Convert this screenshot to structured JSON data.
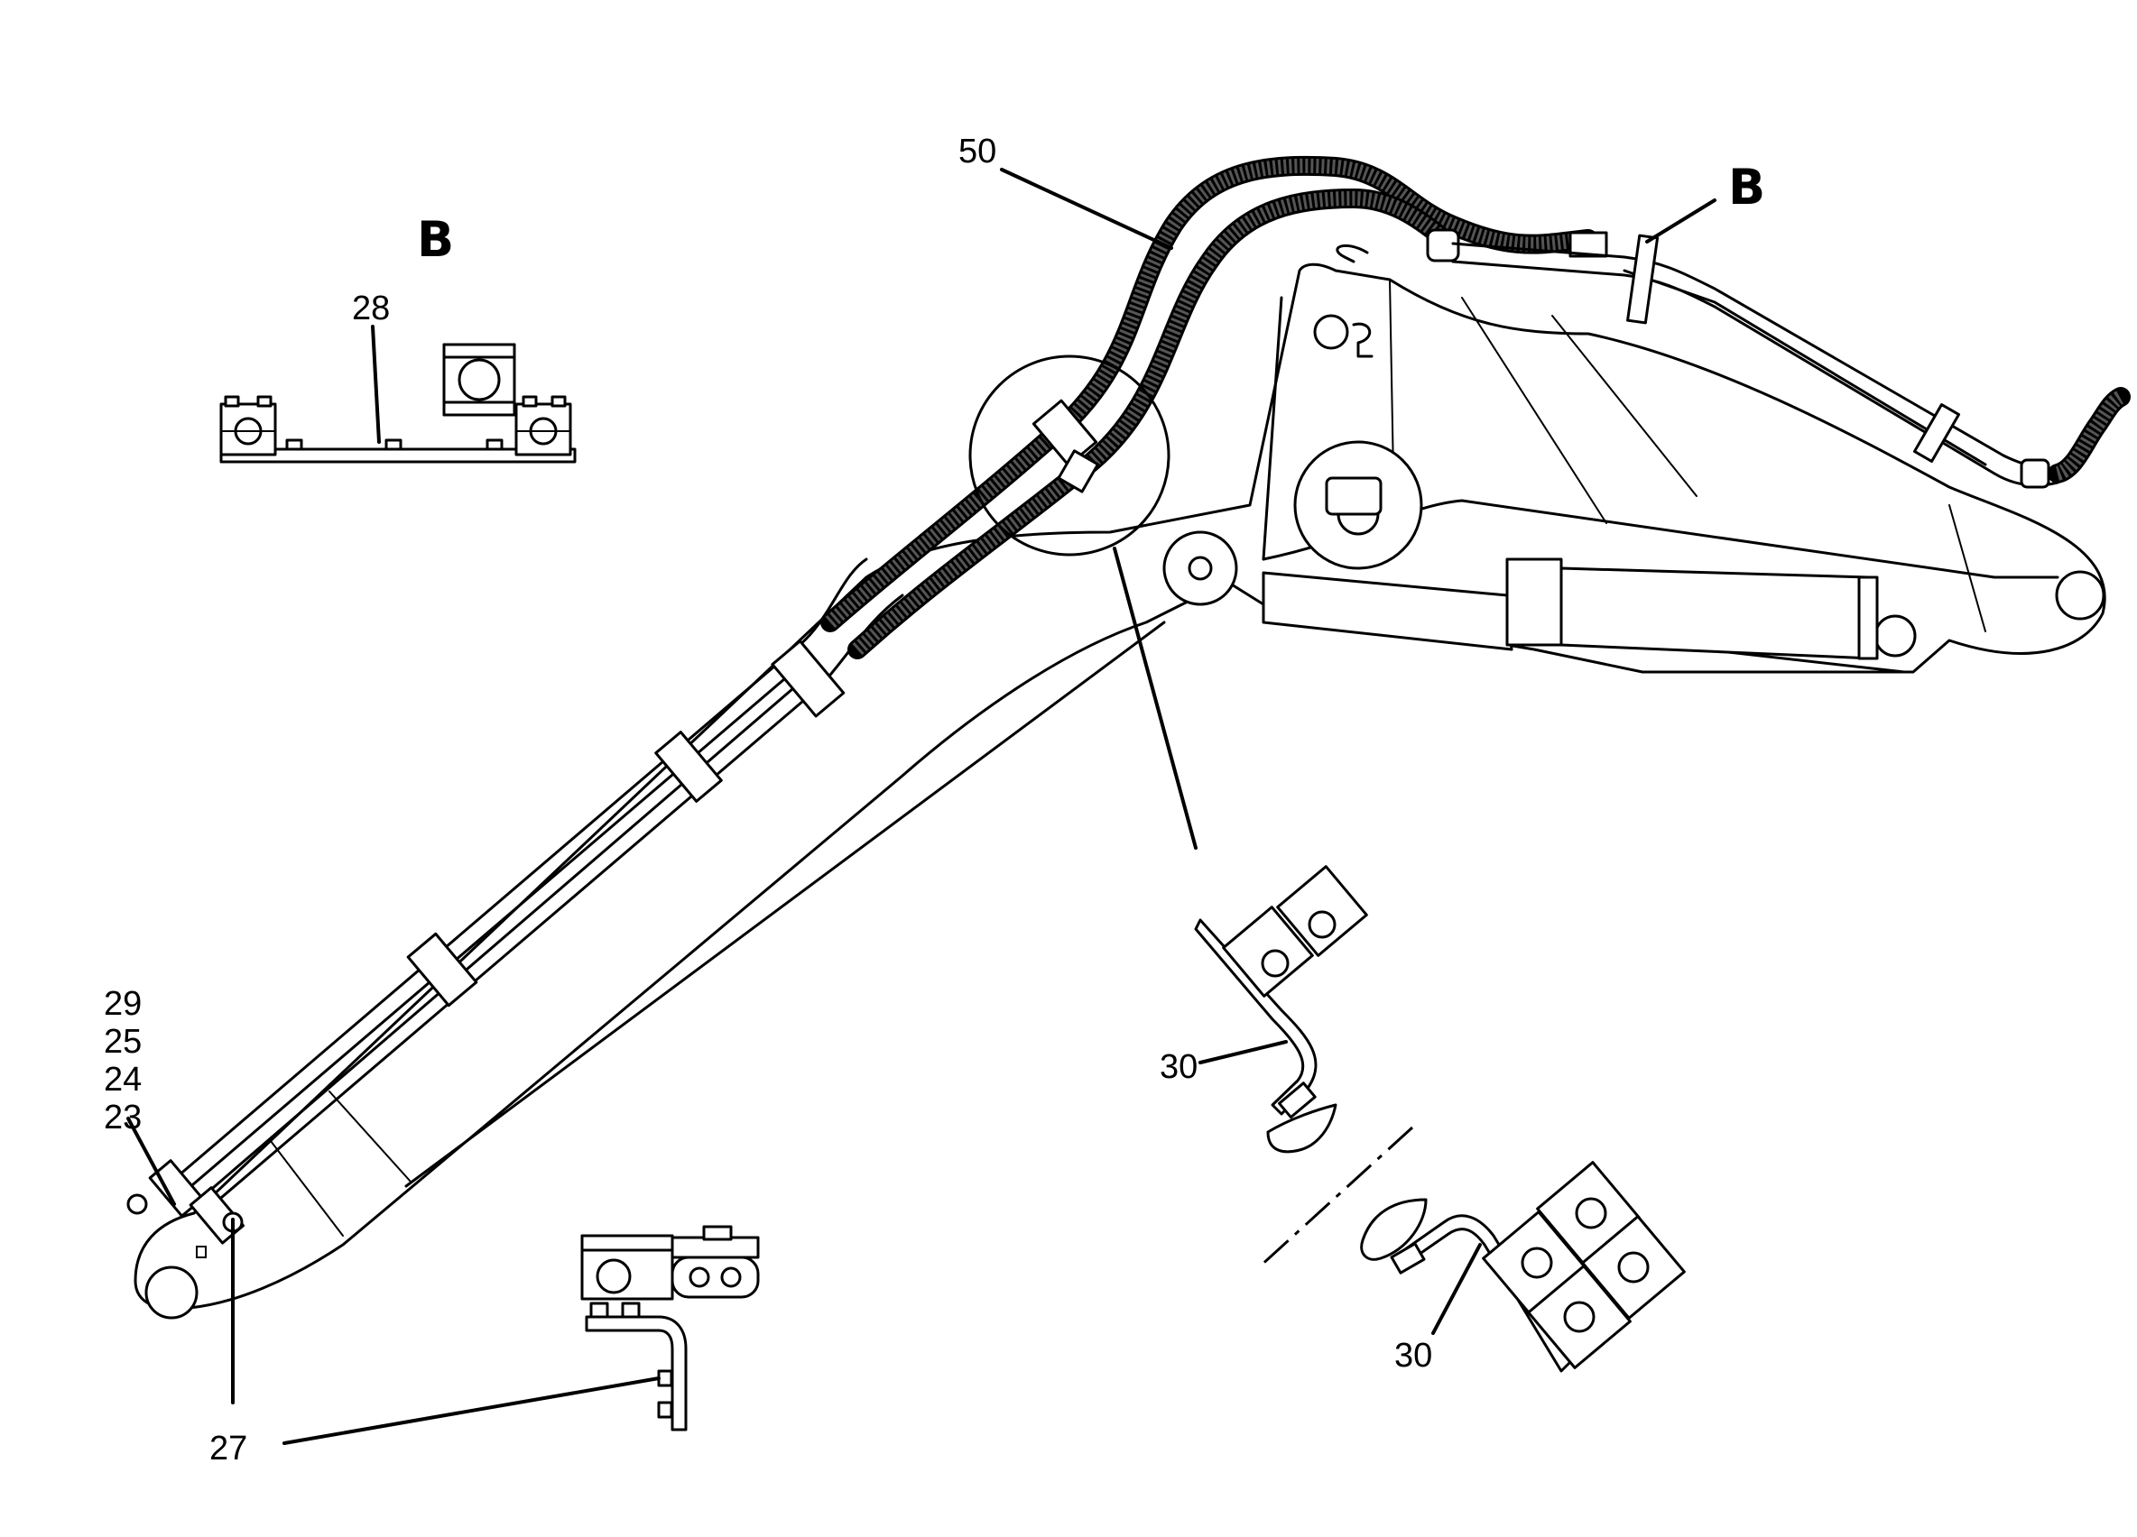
{
  "labels": {
    "hose": "50",
    "view_b_top": "B",
    "view_b_left": "B",
    "bracket_plate": "28",
    "clamp_upper": "30",
    "clamp_lower": "30",
    "fastener_29": "29",
    "fastener_25": "25",
    "fastener_24": "24",
    "fastener_23": "23",
    "bracket_27": "27"
  }
}
